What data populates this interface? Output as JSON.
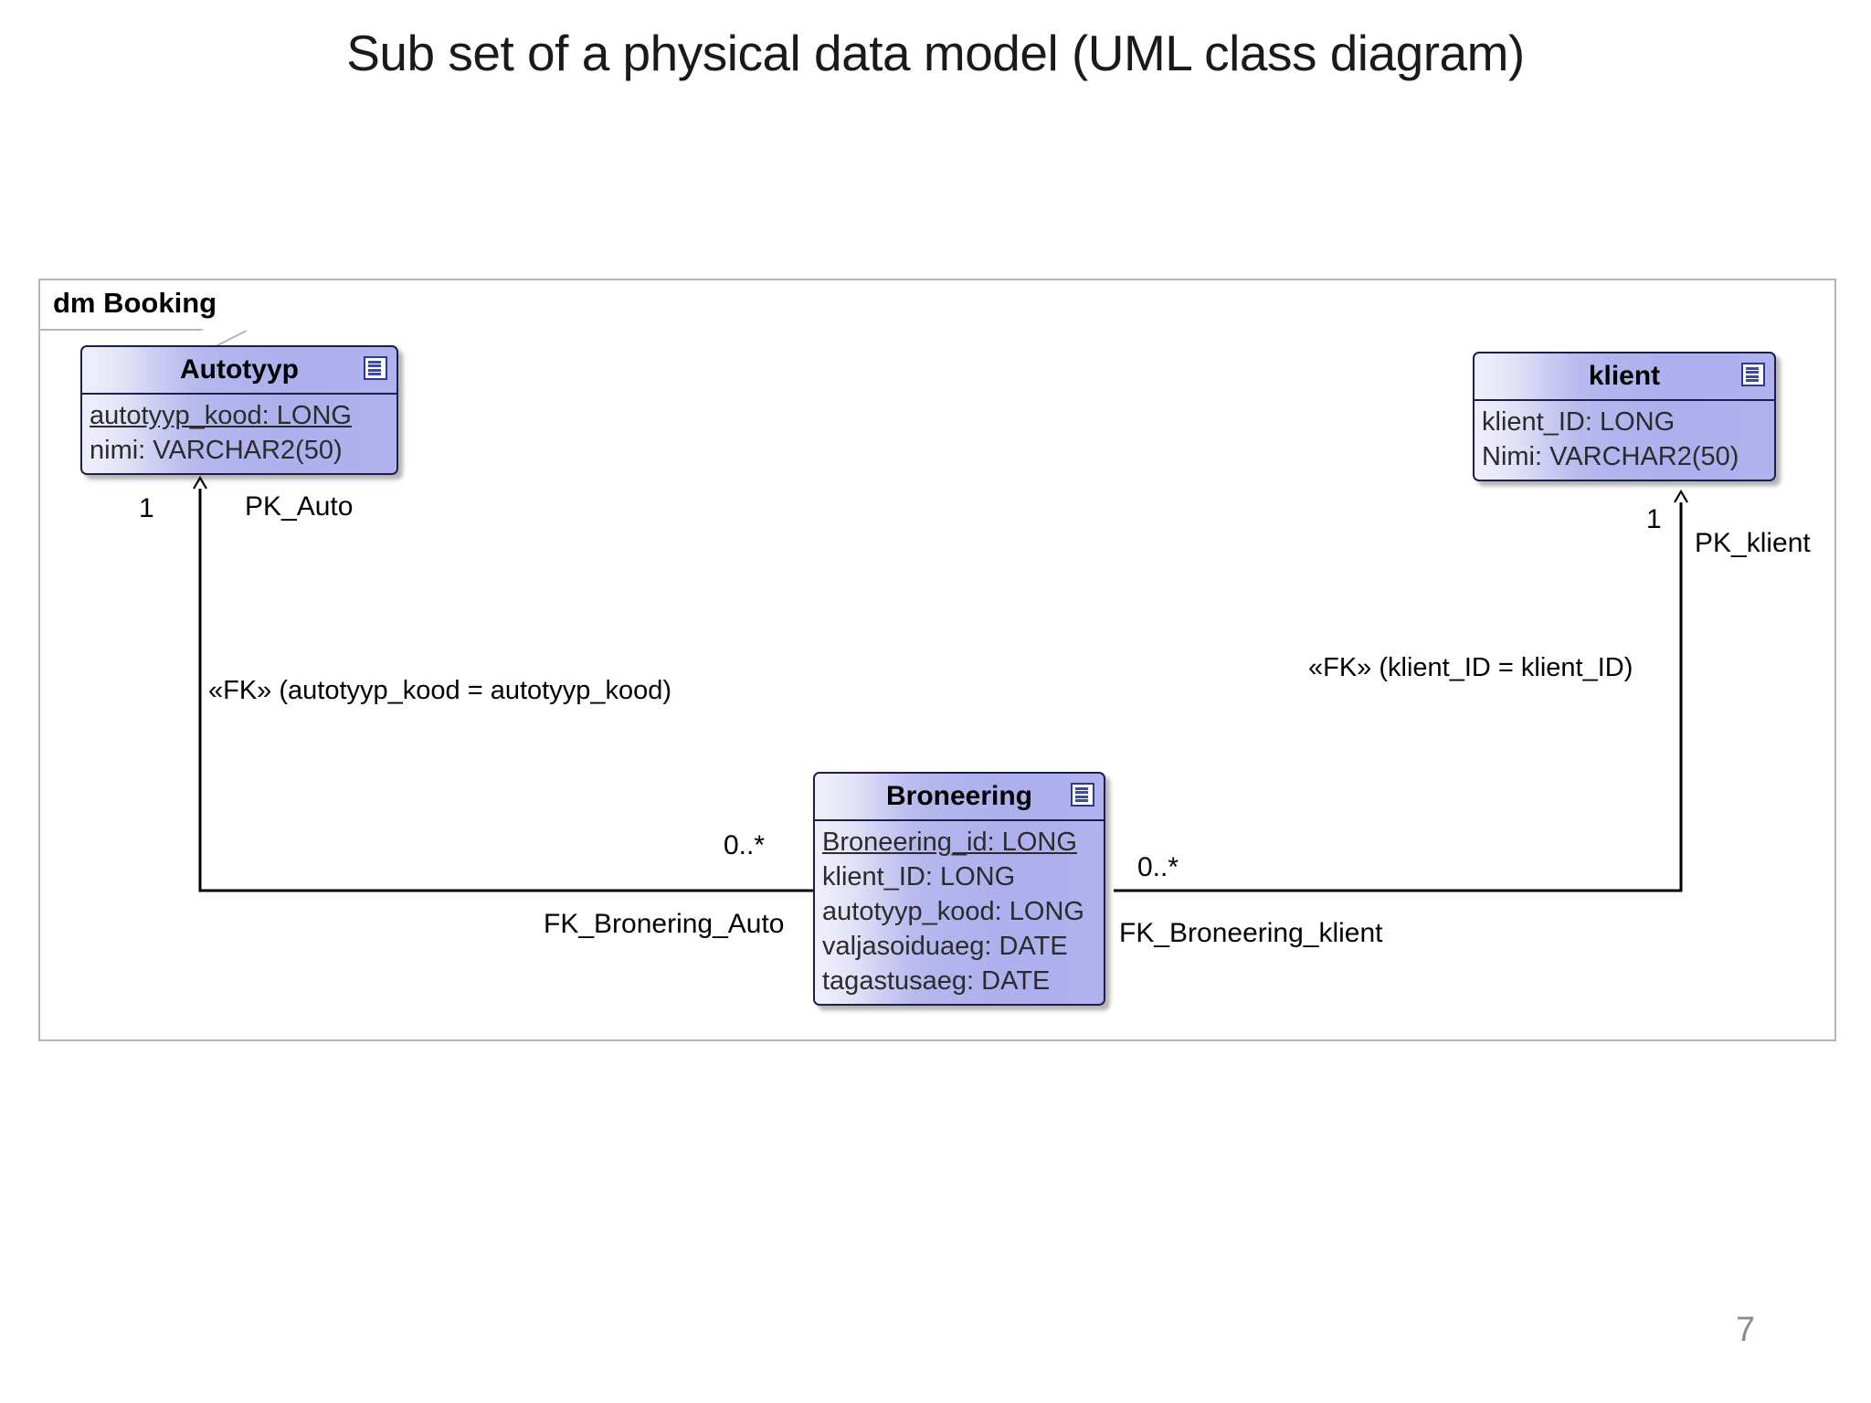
{
  "slide": {
    "title": "Sub set of a physical data model (UML class diagram)",
    "page_number": "7"
  },
  "frame": {
    "label": "dm Booking"
  },
  "classes": [
    {
      "id": "autotyyp",
      "name": "Autotyyp",
      "icon": "table-icon",
      "attributes": [
        {
          "text": "autotyyp_kood: LONG",
          "primary_key": true
        },
        {
          "text": "nimi: VARCHAR2(50)",
          "primary_key": false
        }
      ]
    },
    {
      "id": "klient",
      "name": "klient",
      "icon": "table-icon",
      "attributes": [
        {
          "text": "klient_ID: LONG",
          "primary_key": false
        },
        {
          "text": "Nimi: VARCHAR2(50)",
          "primary_key": false
        }
      ]
    },
    {
      "id": "broneering",
      "name": "Broneering",
      "icon": "table-icon",
      "attributes": [
        {
          "text": "Broneering_id: LONG",
          "primary_key": true
        },
        {
          "text": "klient_ID: LONG",
          "primary_key": false
        },
        {
          "text": "autotyyp_kood: LONG",
          "primary_key": false
        },
        {
          "text": "valjasoiduaeg: DATE",
          "primary_key": false
        },
        {
          "text": "tagastusaeg: DATE",
          "primary_key": false
        }
      ]
    }
  ],
  "associations": [
    {
      "id": "fk-bronering-auto",
      "name": "FK_Bronering_Auto",
      "stereotype_expression": "«FK»  (autotyyp_kood = autotyyp_kood)",
      "target_constraint": "PK_Auto",
      "target_multiplicity": "1",
      "source_multiplicity": "0..*"
    },
    {
      "id": "fk-broneering-klient",
      "name": "FK_Broneering_klient",
      "stereotype_expression": "«FK»  (klient_ID = klient_ID)",
      "target_constraint": "PK_klient",
      "target_multiplicity": "1",
      "source_multiplicity": "0..*"
    }
  ],
  "colors": {
    "class_fill_light": "#dcdcf6",
    "class_fill_dark": "#aeb0ee",
    "class_border": "#1c1f4a",
    "frame_border": "#b5b5b5",
    "connector": "#000000",
    "page_number": "#8c8c8c"
  }
}
